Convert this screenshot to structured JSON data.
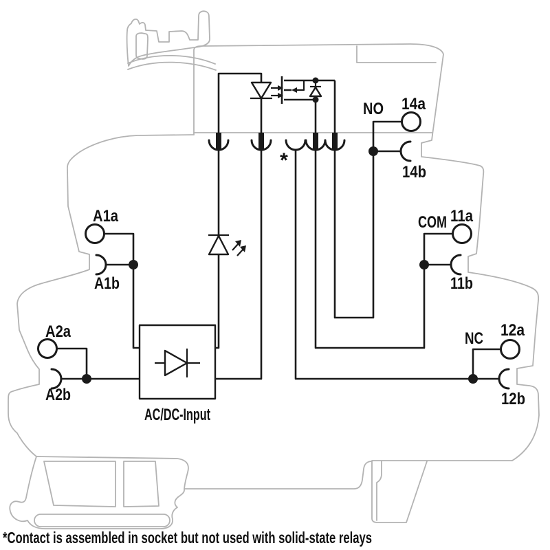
{
  "labels": {
    "input_block": "AC/DC-Input",
    "unused_contact_marker": "*",
    "footnote": "*Contact is assembled in socket but not used with solid-state relays"
  },
  "terminals": {
    "a1a": "A1a",
    "a1b": "A1b",
    "a2a": "A2a",
    "a2b": "A2b",
    "no": "NO",
    "t14a": "14a",
    "t14b": "14b",
    "com": "COM",
    "t11a": "11a",
    "t11b": "11b",
    "nc": "NC",
    "t12a": "12a",
    "t12b": "12b"
  },
  "colors": {
    "circuit": "#1a1a1a",
    "housing_outline": "#b3b3b3",
    "background": "#ffffff"
  }
}
